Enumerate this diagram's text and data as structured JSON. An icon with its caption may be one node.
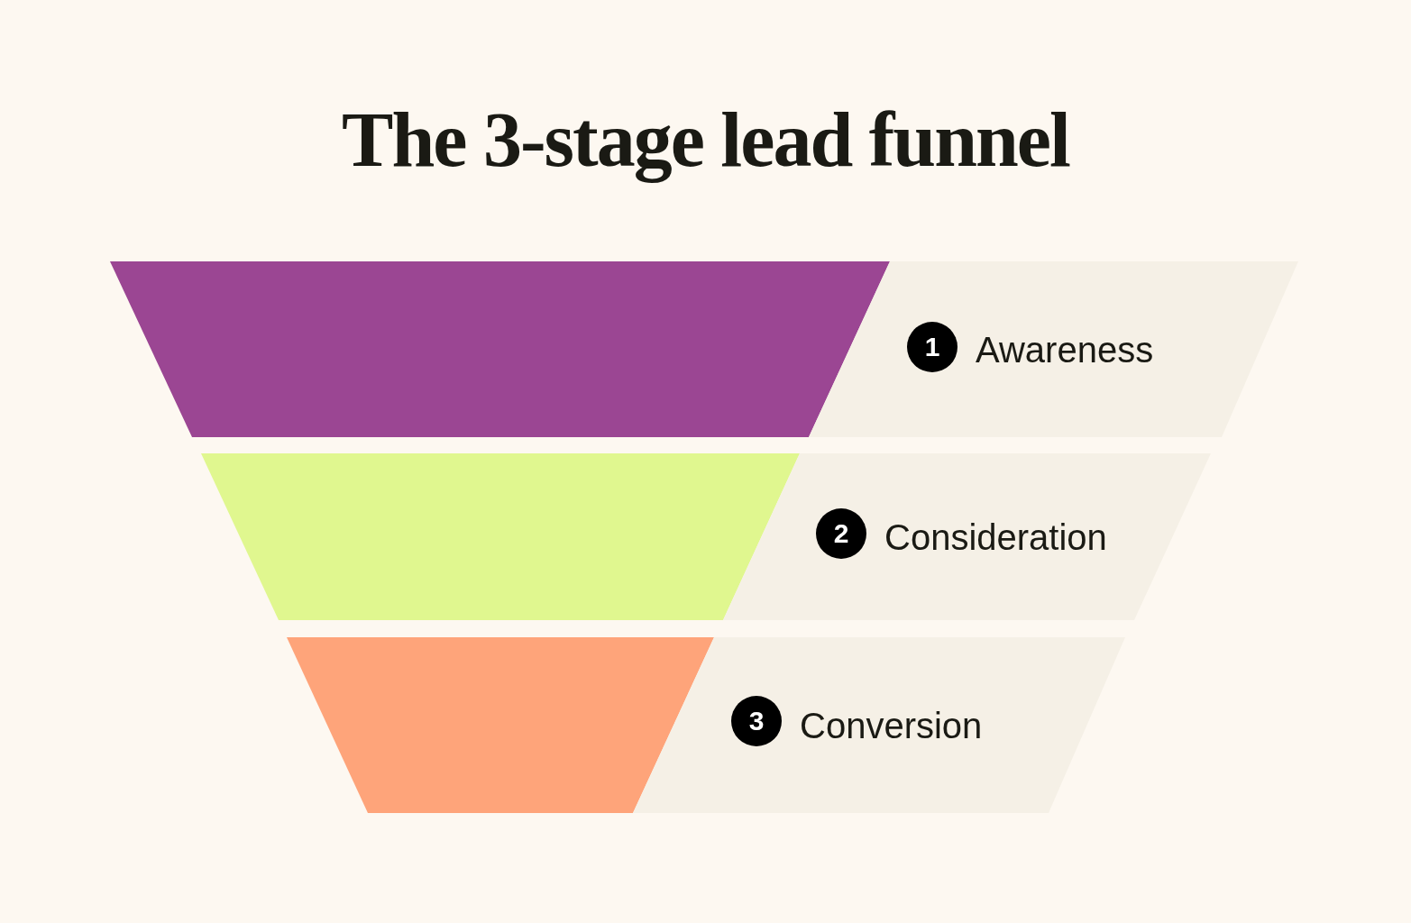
{
  "diagram": {
    "title": "The 3-stage lead funnel",
    "nodes": [
      {
        "text": [
          "1",
          "Awareness"
        ]
      },
      {
        "text": [
          "2",
          "Consideration"
        ]
      },
      {
        "text": [
          "3",
          "Conversion"
        ]
      }
    ],
    "edges": []
  }
}
